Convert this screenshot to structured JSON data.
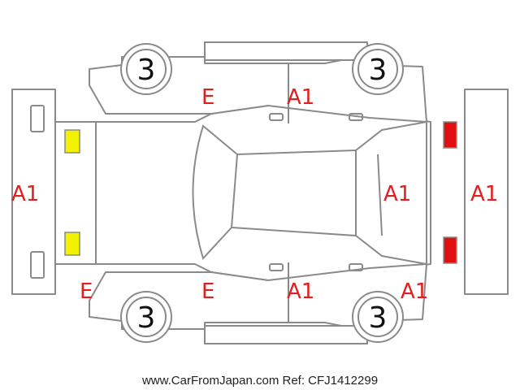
{
  "colors": {
    "outline": "#8a8a8a",
    "damage_text": "#e02020",
    "lamp_front": "#f2f200",
    "lamp_rear": "#e01010"
  },
  "tires": {
    "front_left": "3",
    "rear_left": "3",
    "front_right": "3",
    "rear_right": "3"
  },
  "marks": {
    "front_bumper": "A1",
    "front_bumper_corner": "E",
    "hood_top": "E",
    "hood_bottom": "E",
    "roof_top": "A1",
    "roof_bottom": "A1",
    "rear_glass": "A1",
    "rear_bumper": "A1",
    "rear_corner": "A1"
  },
  "footer": {
    "text": "www.CarFromJapan.com Ref: CFJ1412299"
  }
}
